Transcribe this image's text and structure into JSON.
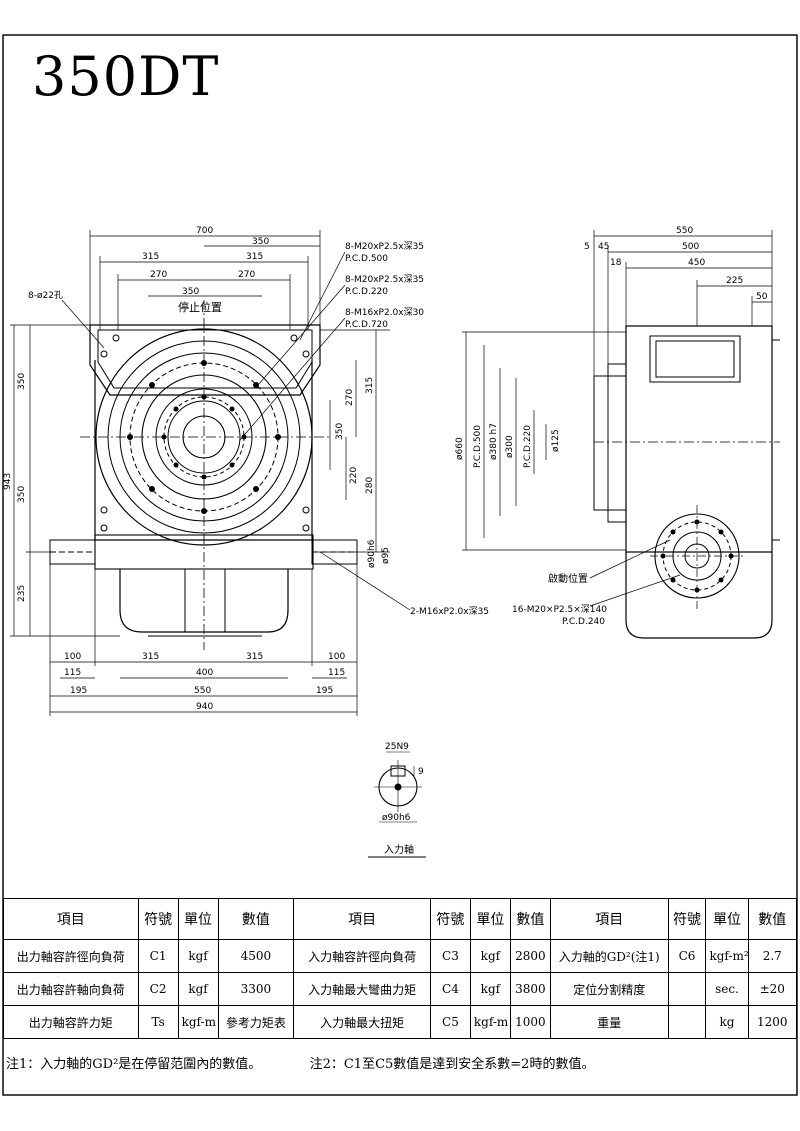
{
  "title": "350DT",
  "front_view": {
    "dims_top": [
      "700",
      "350",
      "315",
      "315",
      "270",
      "270",
      "350"
    ],
    "dims_bottom": [
      "100",
      "115",
      "315",
      "315",
      "100",
      "115",
      "400",
      "195",
      "550",
      "195",
      "940"
    ],
    "dims_left": [
      "350",
      "943",
      "350",
      "235"
    ],
    "dims_right": [
      "270",
      "315",
      "350",
      "220",
      "280",
      "ø90h6",
      "ø95"
    ],
    "label_stop": "停止位置",
    "label_holes": "8-ø22孔",
    "callout_1": "8-M20xP2.5x深35",
    "callout_1b": "P.C.D.500",
    "callout_2": "8-M20xP2.5x深35",
    "callout_2b": "P.C.D.220",
    "callout_3": "8-M16xP2.0x深30",
    "callout_3b": "P.C.D.720",
    "callout_4": "2-M16xP2.0x深35"
  },
  "side_view": {
    "dims_top": [
      "550",
      "5",
      "45",
      "500",
      "18",
      "450",
      "225",
      "50"
    ],
    "dims_vertical": [
      "ø660",
      "P.C.D.500",
      "ø380 h7",
      "ø300",
      "P.C.D.220",
      "ø125"
    ],
    "label_start": "啟動位置",
    "callout_1": "16-M20×P2.5×深140",
    "callout_1b": "P.C.D.240"
  },
  "shaft_detail": {
    "dim_key": "25N9",
    "dim_depth": "9",
    "dim_dia": "ø90h6",
    "caption": "入力軸"
  },
  "spec_table": {
    "headers": [
      "項目",
      "符號",
      "單位",
      "數值",
      "項目",
      "符號",
      "單位",
      "數值",
      "項目",
      "符號",
      "單位",
      "數值"
    ],
    "rows": [
      [
        "出力軸容許徑向負荷",
        "C1",
        "kgf",
        "4500",
        "入力軸容許徑向負荷",
        "C3",
        "kgf",
        "2800",
        "入力軸的GD²(注1)",
        "C6",
        "kgf-m²",
        "2.7"
      ],
      [
        "出力軸容許軸向負荷",
        "C2",
        "kgf",
        "3300",
        "入力軸最大彎曲力矩",
        "C4",
        "kgf",
        "3800",
        "定位分割精度",
        "",
        "sec.",
        "±20"
      ],
      [
        "出力軸容許力矩",
        "Ts",
        "kgf-m",
        "參考力矩表",
        "入力軸最大扭矩",
        "C5",
        "kgf-m",
        "1000",
        "重量",
        "",
        "kg",
        "1200"
      ]
    ]
  },
  "notes": {
    "note1": "注1：入力軸的GD²是在停留范圍內的數值。",
    "note2": "注2：C1至C5數值是達到安全系數=2時的數值。"
  }
}
